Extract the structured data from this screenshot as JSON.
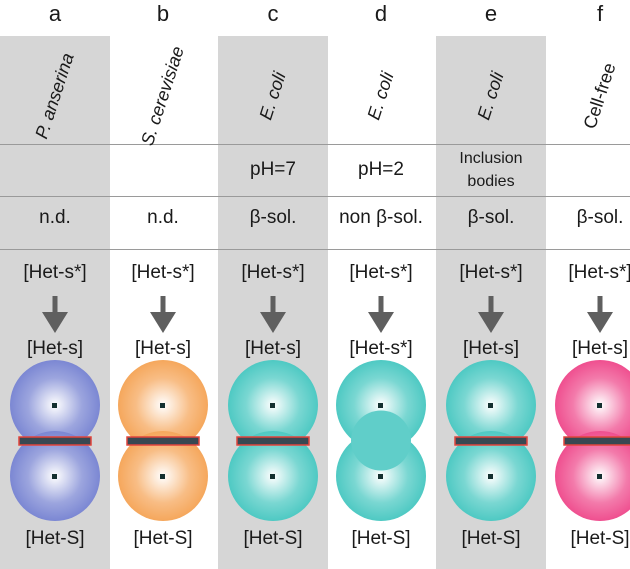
{
  "colors": {
    "stripe": "#d6d6d6",
    "arrow": "#5f5f5f",
    "bar": "#384852",
    "bar_outline": "#e0443c",
    "dot": "#143030"
  },
  "columns": [
    {
      "letter": "a",
      "organism": "P. anserina",
      "condition": "",
      "structure": "n.d.",
      "input": "[Het-s*]",
      "output": "[Het-s]",
      "partner": "[Het-S]",
      "color": "#7b87d3",
      "shaded": true,
      "bar_visible": true
    },
    {
      "letter": "b",
      "organism": "S. cerevisiae",
      "condition": "",
      "structure": "n.d.",
      "input": "[Het-s*]",
      "output": "[Het-s]",
      "partner": "[Het-S]",
      "color": "#f5a75c",
      "shaded": false,
      "bar_visible": true
    },
    {
      "letter": "c",
      "organism": "E. coli",
      "condition": "pH=7",
      "structure": "β-sol.",
      "input": "[Het-s*]",
      "output": "[Het-s]",
      "partner": "[Het-S]",
      "color": "#4ec9c3",
      "shaded": true,
      "bar_visible": true
    },
    {
      "letter": "d",
      "organism": "E. coli",
      "condition": "pH=2",
      "structure": "non β-sol.",
      "input": "[Het-s*]",
      "output": "[Het-s*]",
      "partner": "[Het-S]",
      "color": "#4ec9c3",
      "shaded": false,
      "bar_visible": false
    },
    {
      "letter": "e",
      "organism": "E. coli",
      "condition": "Inclusion bodies",
      "structure": "β-sol.",
      "input": "[Het-s*]",
      "output": "[Het-s]",
      "partner": "[Het-S]",
      "color": "#4ec9c3",
      "shaded": true,
      "bar_visible": true
    },
    {
      "letter": "f",
      "organism": "Cell-free",
      "condition": "",
      "structure": "β-sol.",
      "input": "[Het-s*]",
      "output": "[Het-s]",
      "partner": "[Het-S]",
      "color": "#ef4f8f",
      "shaded": false,
      "bar_visible": true
    }
  ]
}
